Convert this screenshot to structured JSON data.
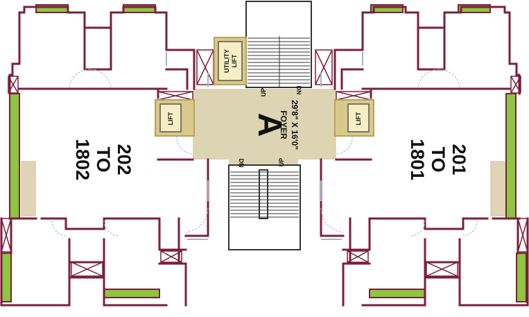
{
  "colors": {
    "wall": "#7a1f3d",
    "balcony": "#8dc63f",
    "foyer": "#ddd4b3",
    "lift": "#d9c98a"
  },
  "flats": {
    "left": {
      "line1": "202",
      "line2": "TO",
      "line3": "1802"
    },
    "right": {
      "line1": "201",
      "line2": "TO",
      "line3": "1801"
    }
  },
  "foyer": {
    "letter": "A",
    "label": "FOYER",
    "size": "29'8\" X 16'0\""
  },
  "lifts": {
    "utility_line1": "UTILITY",
    "utility_line2": "LIFT",
    "left": "LIFT",
    "right": "LIFT"
  },
  "stairs": {
    "up": "UP",
    "dn": "DN"
  }
}
